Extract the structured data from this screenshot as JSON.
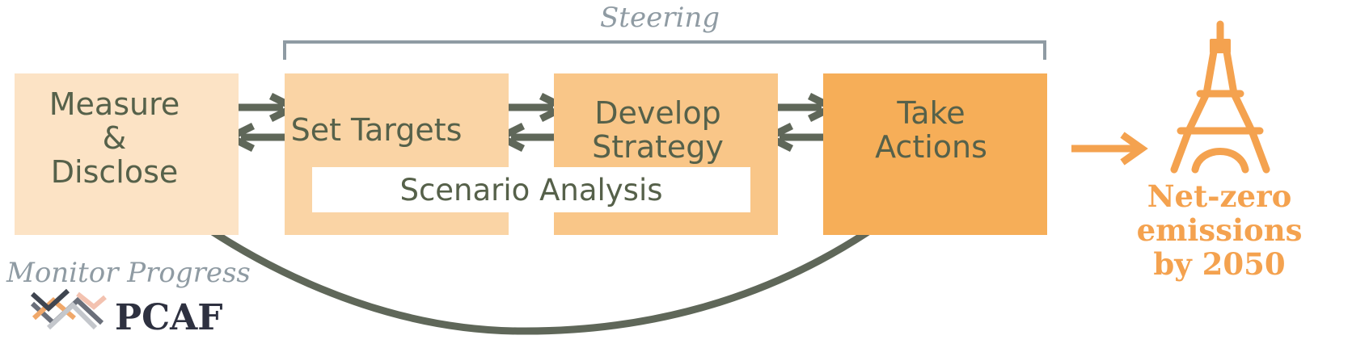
{
  "diagram": {
    "steering_label": "Steering",
    "boxes": [
      {
        "label_lines": [
          "Measure",
          "&",
          "Disclose"
        ]
      },
      {
        "label_lines": [
          "Set Targets"
        ]
      },
      {
        "label_lines": [
          "Develop",
          "Strategy"
        ]
      },
      {
        "label_lines": [
          "Take",
          "Actions"
        ]
      }
    ],
    "scenario_label": "Scenario Analysis",
    "monitor_label": "Monitor Progress",
    "goal_lines": [
      "Net-zero emissions",
      "by 2050"
    ],
    "logo_text": "PCAF",
    "colors": {
      "box1": "#fce3c5",
      "box2": "#fad4a5",
      "box3": "#f9c688",
      "box4": "#f6ae58",
      "arrow": "#5f6759",
      "accent": "#f4a24f",
      "muted": "#8f9ba3"
    },
    "icons": [
      "eiffel-tower-icon",
      "pcaf-logo-icon"
    ]
  }
}
